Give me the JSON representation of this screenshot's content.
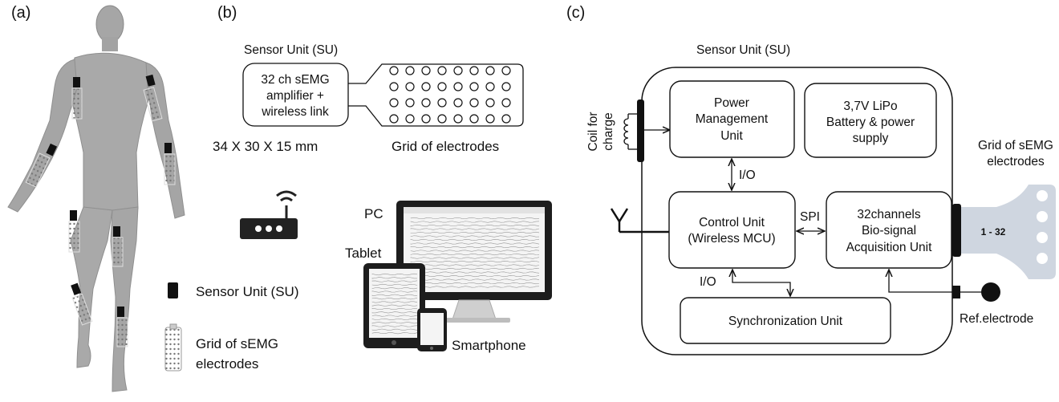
{
  "panels": {
    "a": "(a)",
    "b": "(b)",
    "c": "(c)"
  },
  "panel_a": {
    "legend_sensor": "Sensor Unit (SU)",
    "legend_grid_line1": "Grid of sEMG",
    "legend_grid_line2": "electrodes"
  },
  "panel_b": {
    "su_title": "Sensor Unit (SU)",
    "su_box_line1": "32 ch sEMG",
    "su_box_line2": "amplifier +",
    "su_box_line3": "wireless link",
    "dimensions": "34 X 30 X 15 mm",
    "grid_label": "Grid of electrodes",
    "device_pc": "PC",
    "device_tablet": "Tablet",
    "device_smartphone": "Smartphone"
  },
  "panel_c": {
    "su_title": "Sensor Unit (SU)",
    "coil_line1": "Coil for",
    "coil_line2": "charge",
    "power_line1": "Power",
    "power_line2": "Management",
    "power_line3": "Unit",
    "battery_line1": "3,7V LiPo",
    "battery_line2": "Battery & power",
    "battery_line3": "supply",
    "control_line1": "Control Unit",
    "control_line2": "(Wireless MCU)",
    "acq_line1": "32channels",
    "acq_line2": "Bio-signal",
    "acq_line3": "Acquisition Unit",
    "sync": "Synchronization Unit",
    "io_top": "I/O",
    "io_bottom": "I/O",
    "spi": "SPI",
    "grid_line1": "Grid of sEMG",
    "grid_line2": "electrodes",
    "channels": "1 - 32",
    "ref": "Ref.electrode"
  },
  "colors": {
    "figure": "#a9a9a9",
    "electrode_grid": "#cfd6e0",
    "sensor_unit": "#111111",
    "line": "#111111"
  }
}
